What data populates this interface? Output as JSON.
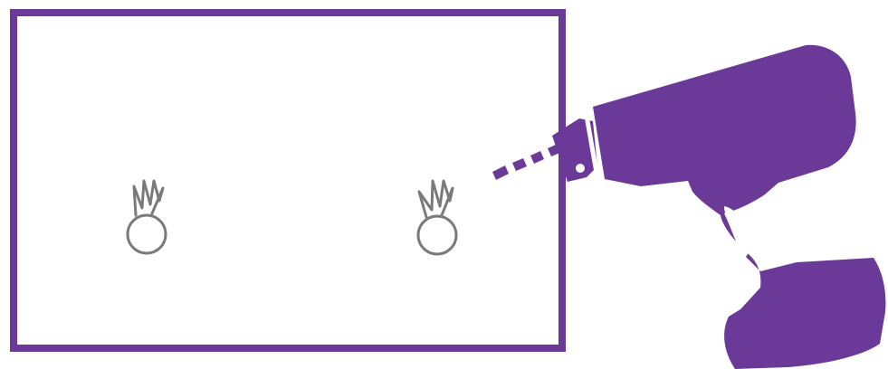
{
  "colors": {
    "panel_border": "#6b3a99",
    "drill_body": "#6b3a99",
    "drill_bit": "#6b3a99",
    "marks": "#7a7a7a",
    "background": "#ffffff"
  },
  "icons": {
    "panel": "rectangle-outline",
    "marks": [
      "hole-mark-with-scribble",
      "hole-mark-with-scribble"
    ],
    "tool": "cordless-drill-icon"
  }
}
